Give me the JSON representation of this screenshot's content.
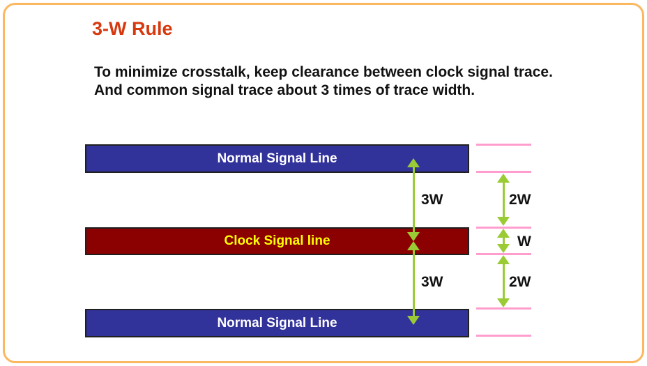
{
  "title": "3-W Rule",
  "description": {
    "line1": "To minimize crosstalk, keep clearance between clock signal trace.",
    "line2": "And common signal trace about 3 times of trace width."
  },
  "bars": {
    "top": {
      "label": "Normal Signal Line"
    },
    "middle": {
      "label": "Clock Signal line"
    },
    "bottom": {
      "label": "Normal Signal Line"
    }
  },
  "annotations": {
    "spacing_top": "3W",
    "spacing_bottom": "3W",
    "gap_top": "2W",
    "trace_width": "W",
    "gap_bottom": "2W"
  },
  "colors": {
    "title": "#D7380E",
    "text": "#111111",
    "frame": "#FBB860",
    "normal_bar": "#32329B",
    "clock_bar": "#8B0000",
    "normal_label": "#FFFFFF",
    "clock_label": "#FFFF00",
    "arrow_green": "#9BCB34",
    "tick_pink": "#FF9DCE"
  }
}
